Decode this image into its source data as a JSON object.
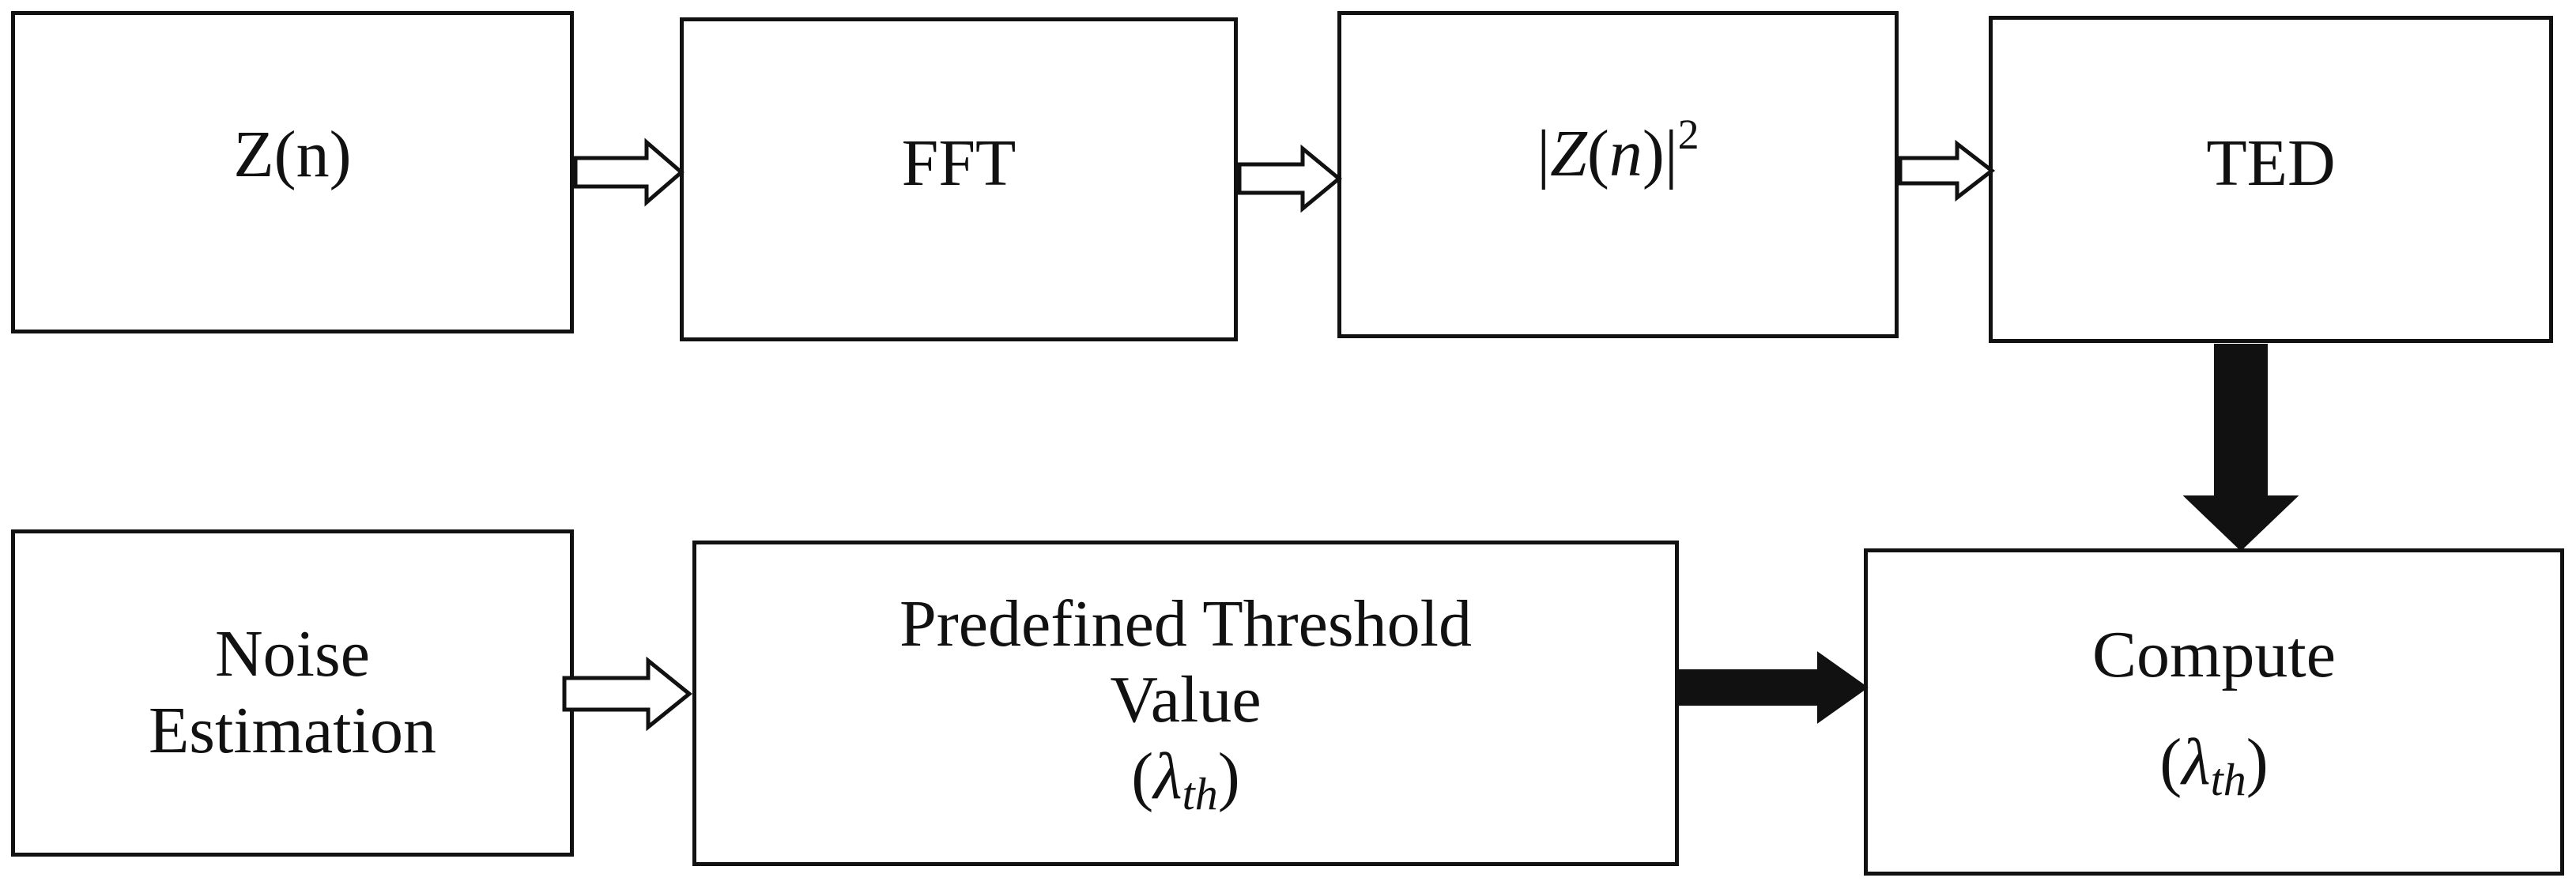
{
  "nodes": {
    "zn": {
      "label": "Z(n)"
    },
    "fft": {
      "label": "FFT"
    },
    "power": {
      "abs_open": "|",
      "var": "Z",
      "paren_open": "(",
      "arg": "n",
      "paren_close": ")",
      "abs_close": "|",
      "exponent": "2"
    },
    "ted": {
      "label": "TED"
    },
    "noise": {
      "line1": "Noise",
      "line2": "Estimation"
    },
    "threshold": {
      "line1": "Predefined Threshold",
      "line2": "Value",
      "sym_open": "(",
      "sym": "λ",
      "sym_sub": "th",
      "sym_close": ")"
    },
    "compute": {
      "line1": "Compute",
      "sym_open": "(",
      "sym": "λ",
      "sym_sub": "th",
      "sym_close": ")"
    }
  },
  "edges": [
    {
      "from": "zn",
      "to": "fft",
      "style": "hollow"
    },
    {
      "from": "fft",
      "to": "power",
      "style": "hollow"
    },
    {
      "from": "power",
      "to": "ted",
      "style": "hollow"
    },
    {
      "from": "ted",
      "to": "compute",
      "style": "solid"
    },
    {
      "from": "noise",
      "to": "threshold",
      "style": "hollow"
    },
    {
      "from": "threshold",
      "to": "compute",
      "style": "solid"
    }
  ]
}
